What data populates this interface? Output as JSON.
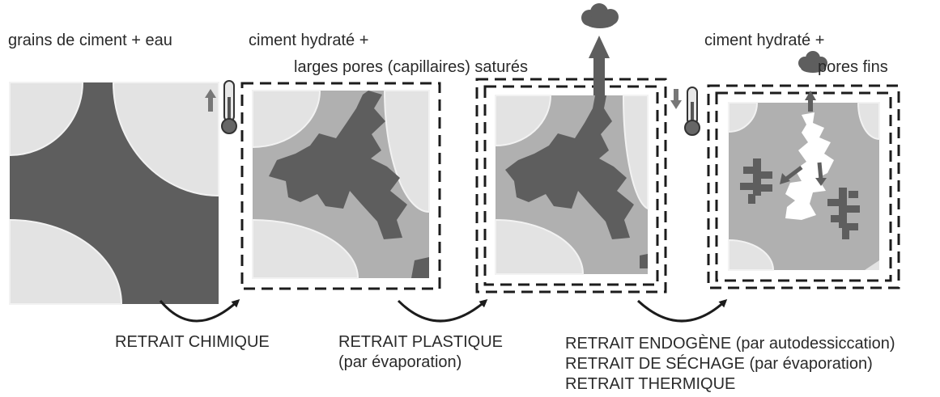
{
  "stages": [
    {
      "title_lines": [
        "grains de ciment + eau"
      ]
    },
    {
      "title_lines": [
        "ciment hydraté +",
        "larges pores (capillaires) saturés"
      ]
    },
    {
      "title_lines": [
        "ciment hydraté +",
        "pores fins"
      ]
    }
  ],
  "transitions": [
    {
      "lines": [
        "RETRAIT CHIMIQUE"
      ]
    },
    {
      "lines": [
        "RETRAIT PLASTIQUE",
        "(par évaporation)"
      ]
    },
    {
      "lines": [
        "RETRAIT ENDOGÈNE (par autodessiccation)",
        "RETRAIT DE SÉCHAGE (par évaporation)",
        "RETRAIT THERMIQUE"
      ]
    }
  ],
  "icons": {
    "temperature_rise": "thermometer-up-icon",
    "temperature_fall": "thermometer-down-icon",
    "evaporation": "vapor-cloud-icon"
  },
  "colors": {
    "cement_grain": "#e3e3e3",
    "hydrated_matrix": "#b0b0b0",
    "dark_phase": "#5e5e5e",
    "pore_white": "#ffffff",
    "frame": "#1c1c1c",
    "text": "#2a2a2a"
  }
}
